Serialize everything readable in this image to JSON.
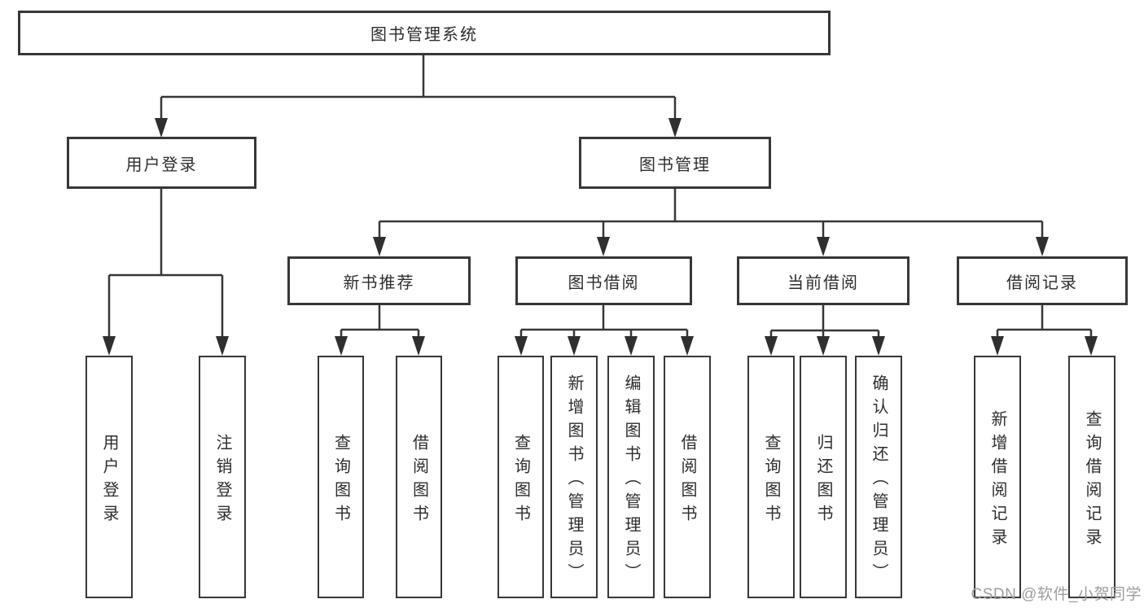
{
  "diagram": {
    "root": {
      "label": "图书管理系统"
    },
    "branches": [
      {
        "label": "用户登录",
        "children": [
          {
            "label": "用户登录"
          },
          {
            "label": "注销登录"
          }
        ]
      },
      {
        "label": "图书管理",
        "children": [
          {
            "label": "新书推荐",
            "children": [
              {
                "label": "查询图书"
              },
              {
                "label": "借阅图书"
              }
            ]
          },
          {
            "label": "图书借阅",
            "children": [
              {
                "label": "查询图书"
              },
              {
                "label": "新增图书（管理员）"
              },
              {
                "label": "编辑图书（管理员）"
              },
              {
                "label": "借阅图书"
              }
            ]
          },
          {
            "label": "当前借阅",
            "children": [
              {
                "label": "查询图书"
              },
              {
                "label": "归还图书"
              },
              {
                "label": "确认归还（管理员）"
              }
            ]
          },
          {
            "label": "借阅记录",
            "children": [
              {
                "label": "新增借阅记录"
              },
              {
                "label": "查询借阅记录"
              }
            ]
          }
        ]
      }
    ]
  },
  "watermark": {
    "text": "CSDN @软件_小贺同学"
  },
  "colors": {
    "line": "#373737",
    "box_border": "#373737",
    "box_background": "#ffffff",
    "text": "#2d2d2d",
    "watermark": "#9d9d9d"
  }
}
